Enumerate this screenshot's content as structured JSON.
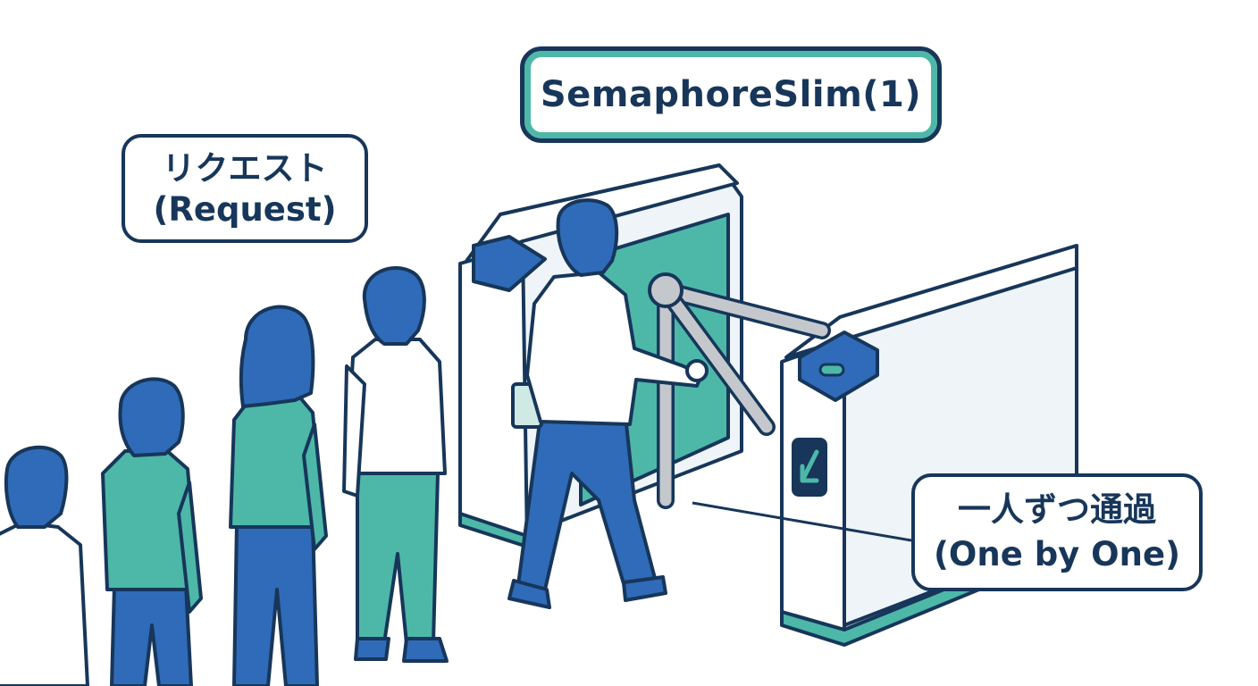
{
  "labels": {
    "semaphore": "SemaphoreSlim(1)",
    "request_jp": "リクエスト",
    "request_en": "(Request)",
    "one_by_one_jp": "一人ずつ通過",
    "one_by_one_en": "(One by One)"
  },
  "colors": {
    "outline": "#17365a",
    "teal": "#4db8a8",
    "blue": "#2f6bb8",
    "gate_fill": "#eef4f7",
    "bar_fill": "#c4c8cc"
  },
  "icons": {
    "gate_arrow": "arrow-down-left-icon"
  }
}
